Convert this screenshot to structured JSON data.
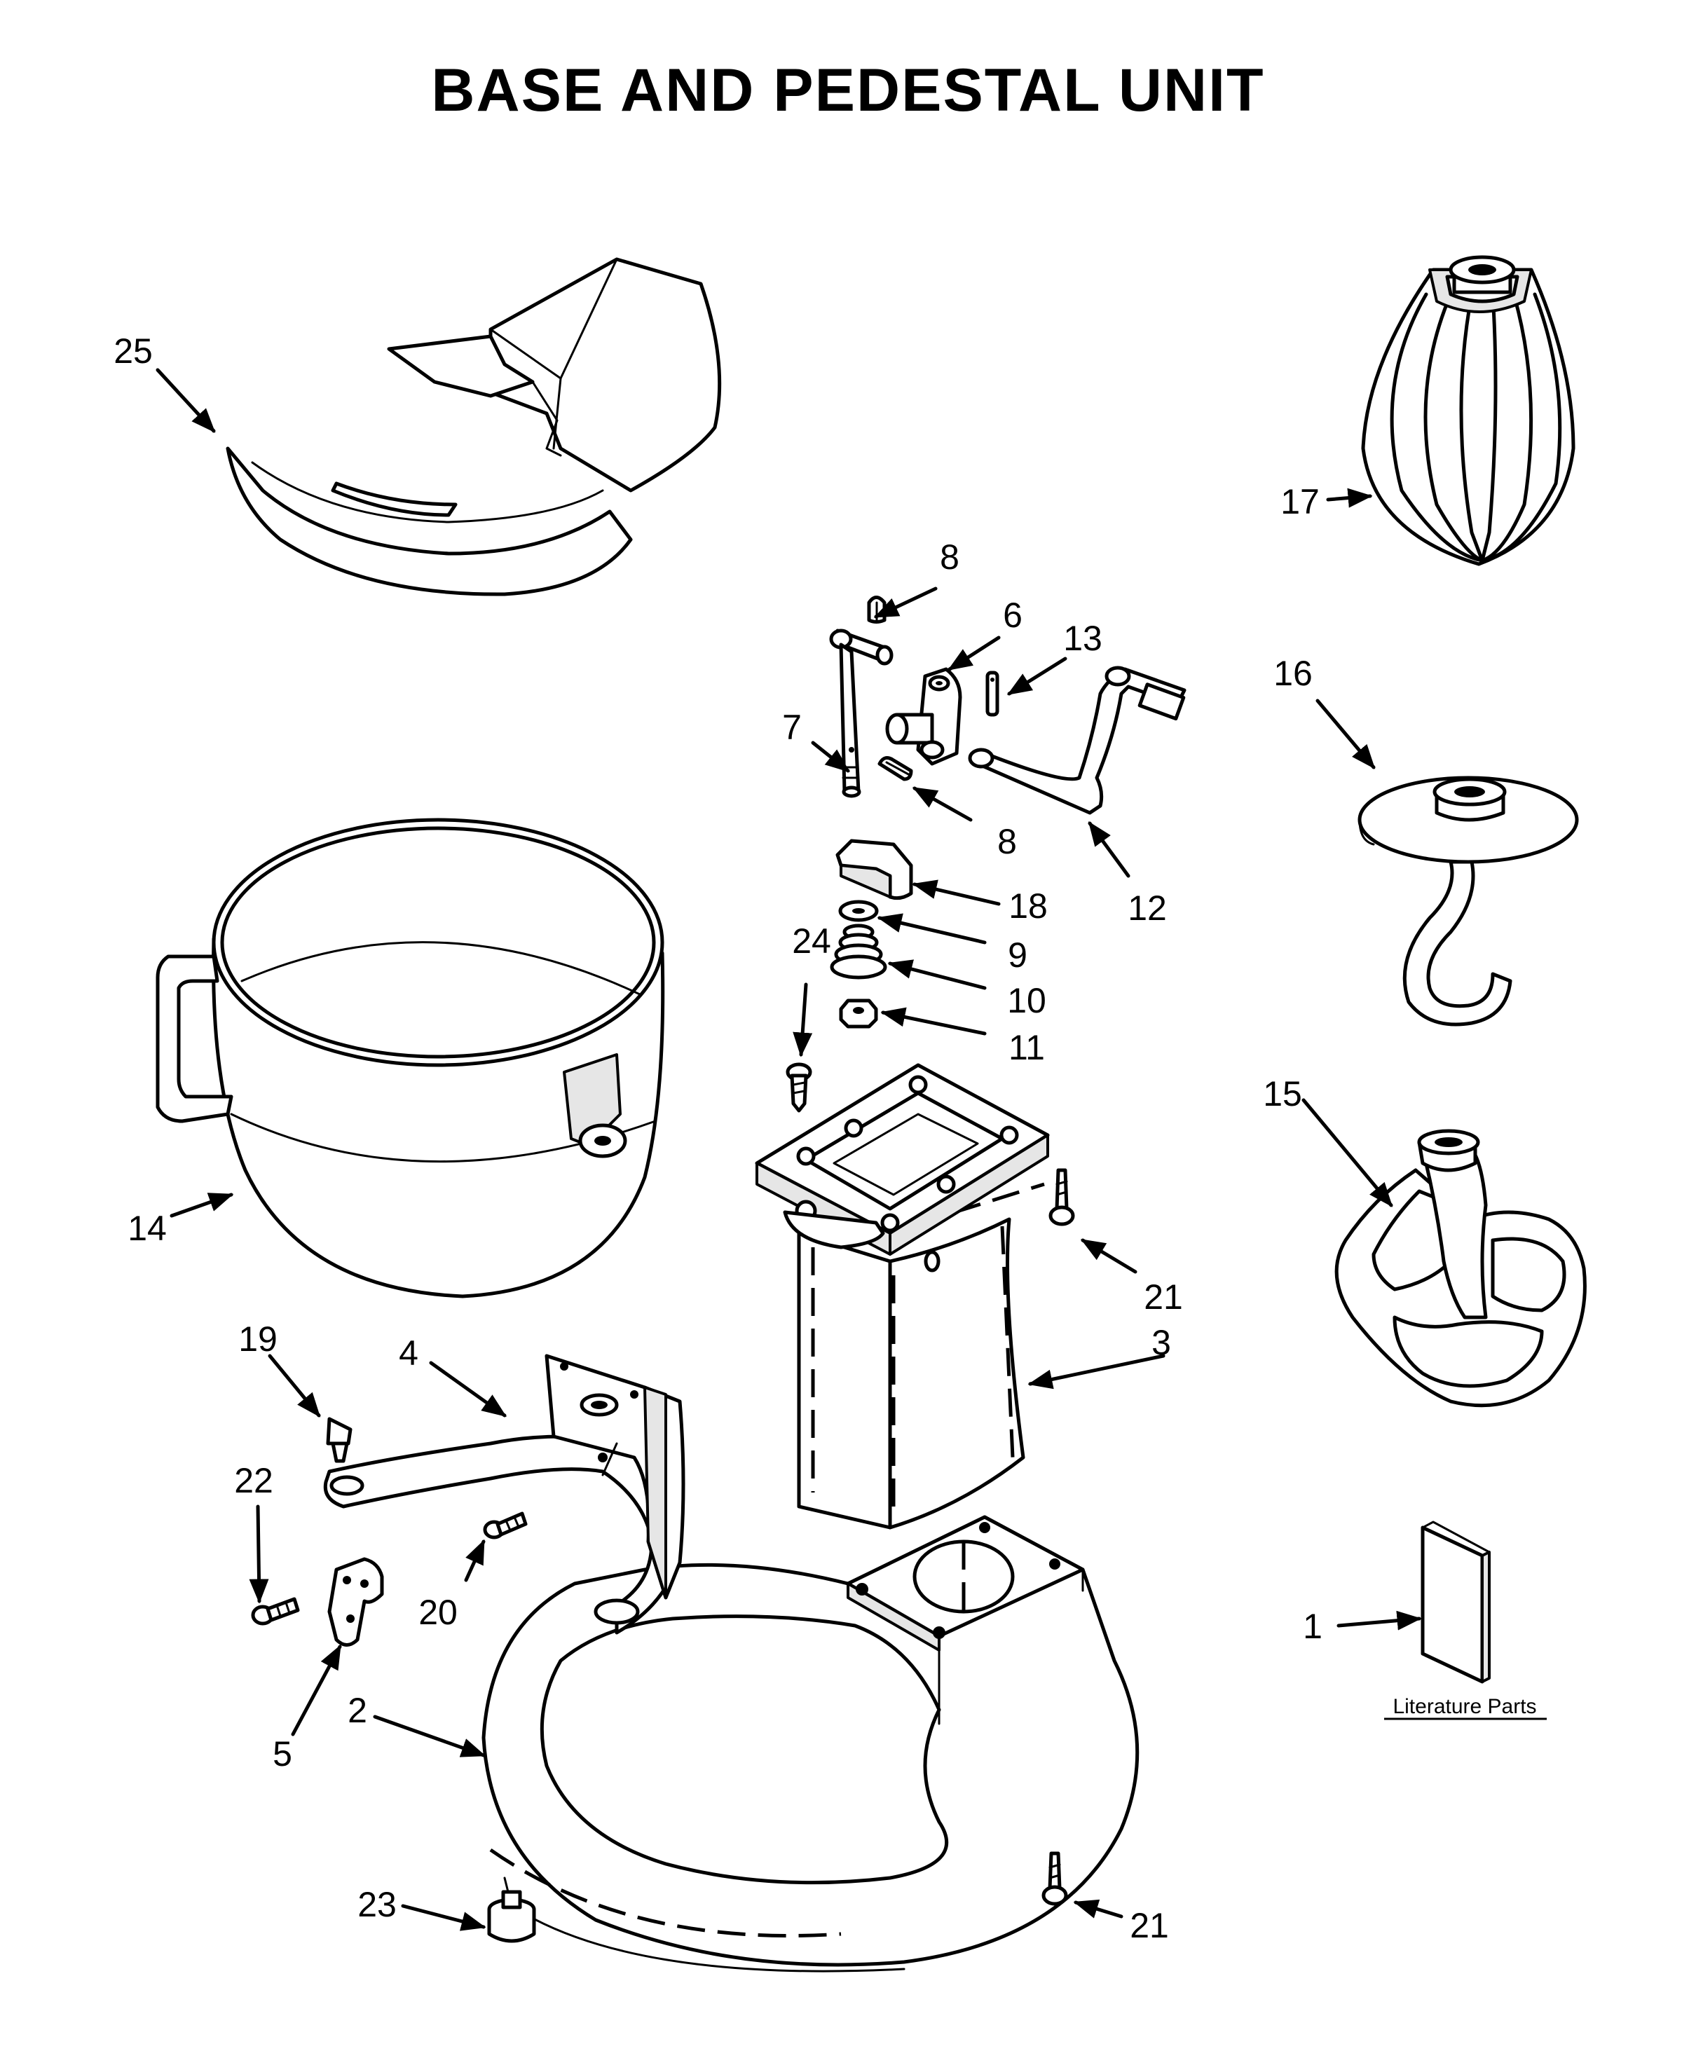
{
  "title": "BASE AND PEDESTAL UNIT",
  "literature_caption": "Literature Parts",
  "part_labels": {
    "p1": "1",
    "p2": "2",
    "p3": "3",
    "p4": "4",
    "p5": "5",
    "p6": "6",
    "p7": "7",
    "p8a": "8",
    "p8b": "8",
    "p9": "9",
    "p10": "10",
    "p11": "11",
    "p12": "12",
    "p13": "13",
    "p14": "14",
    "p15": "15",
    "p16": "16",
    "p17": "17",
    "p18": "18",
    "p19": "19",
    "p20": "20",
    "p21a": "21",
    "p21b": "21",
    "p22": "22",
    "p23": "23",
    "p24": "24",
    "p25": "25"
  }
}
